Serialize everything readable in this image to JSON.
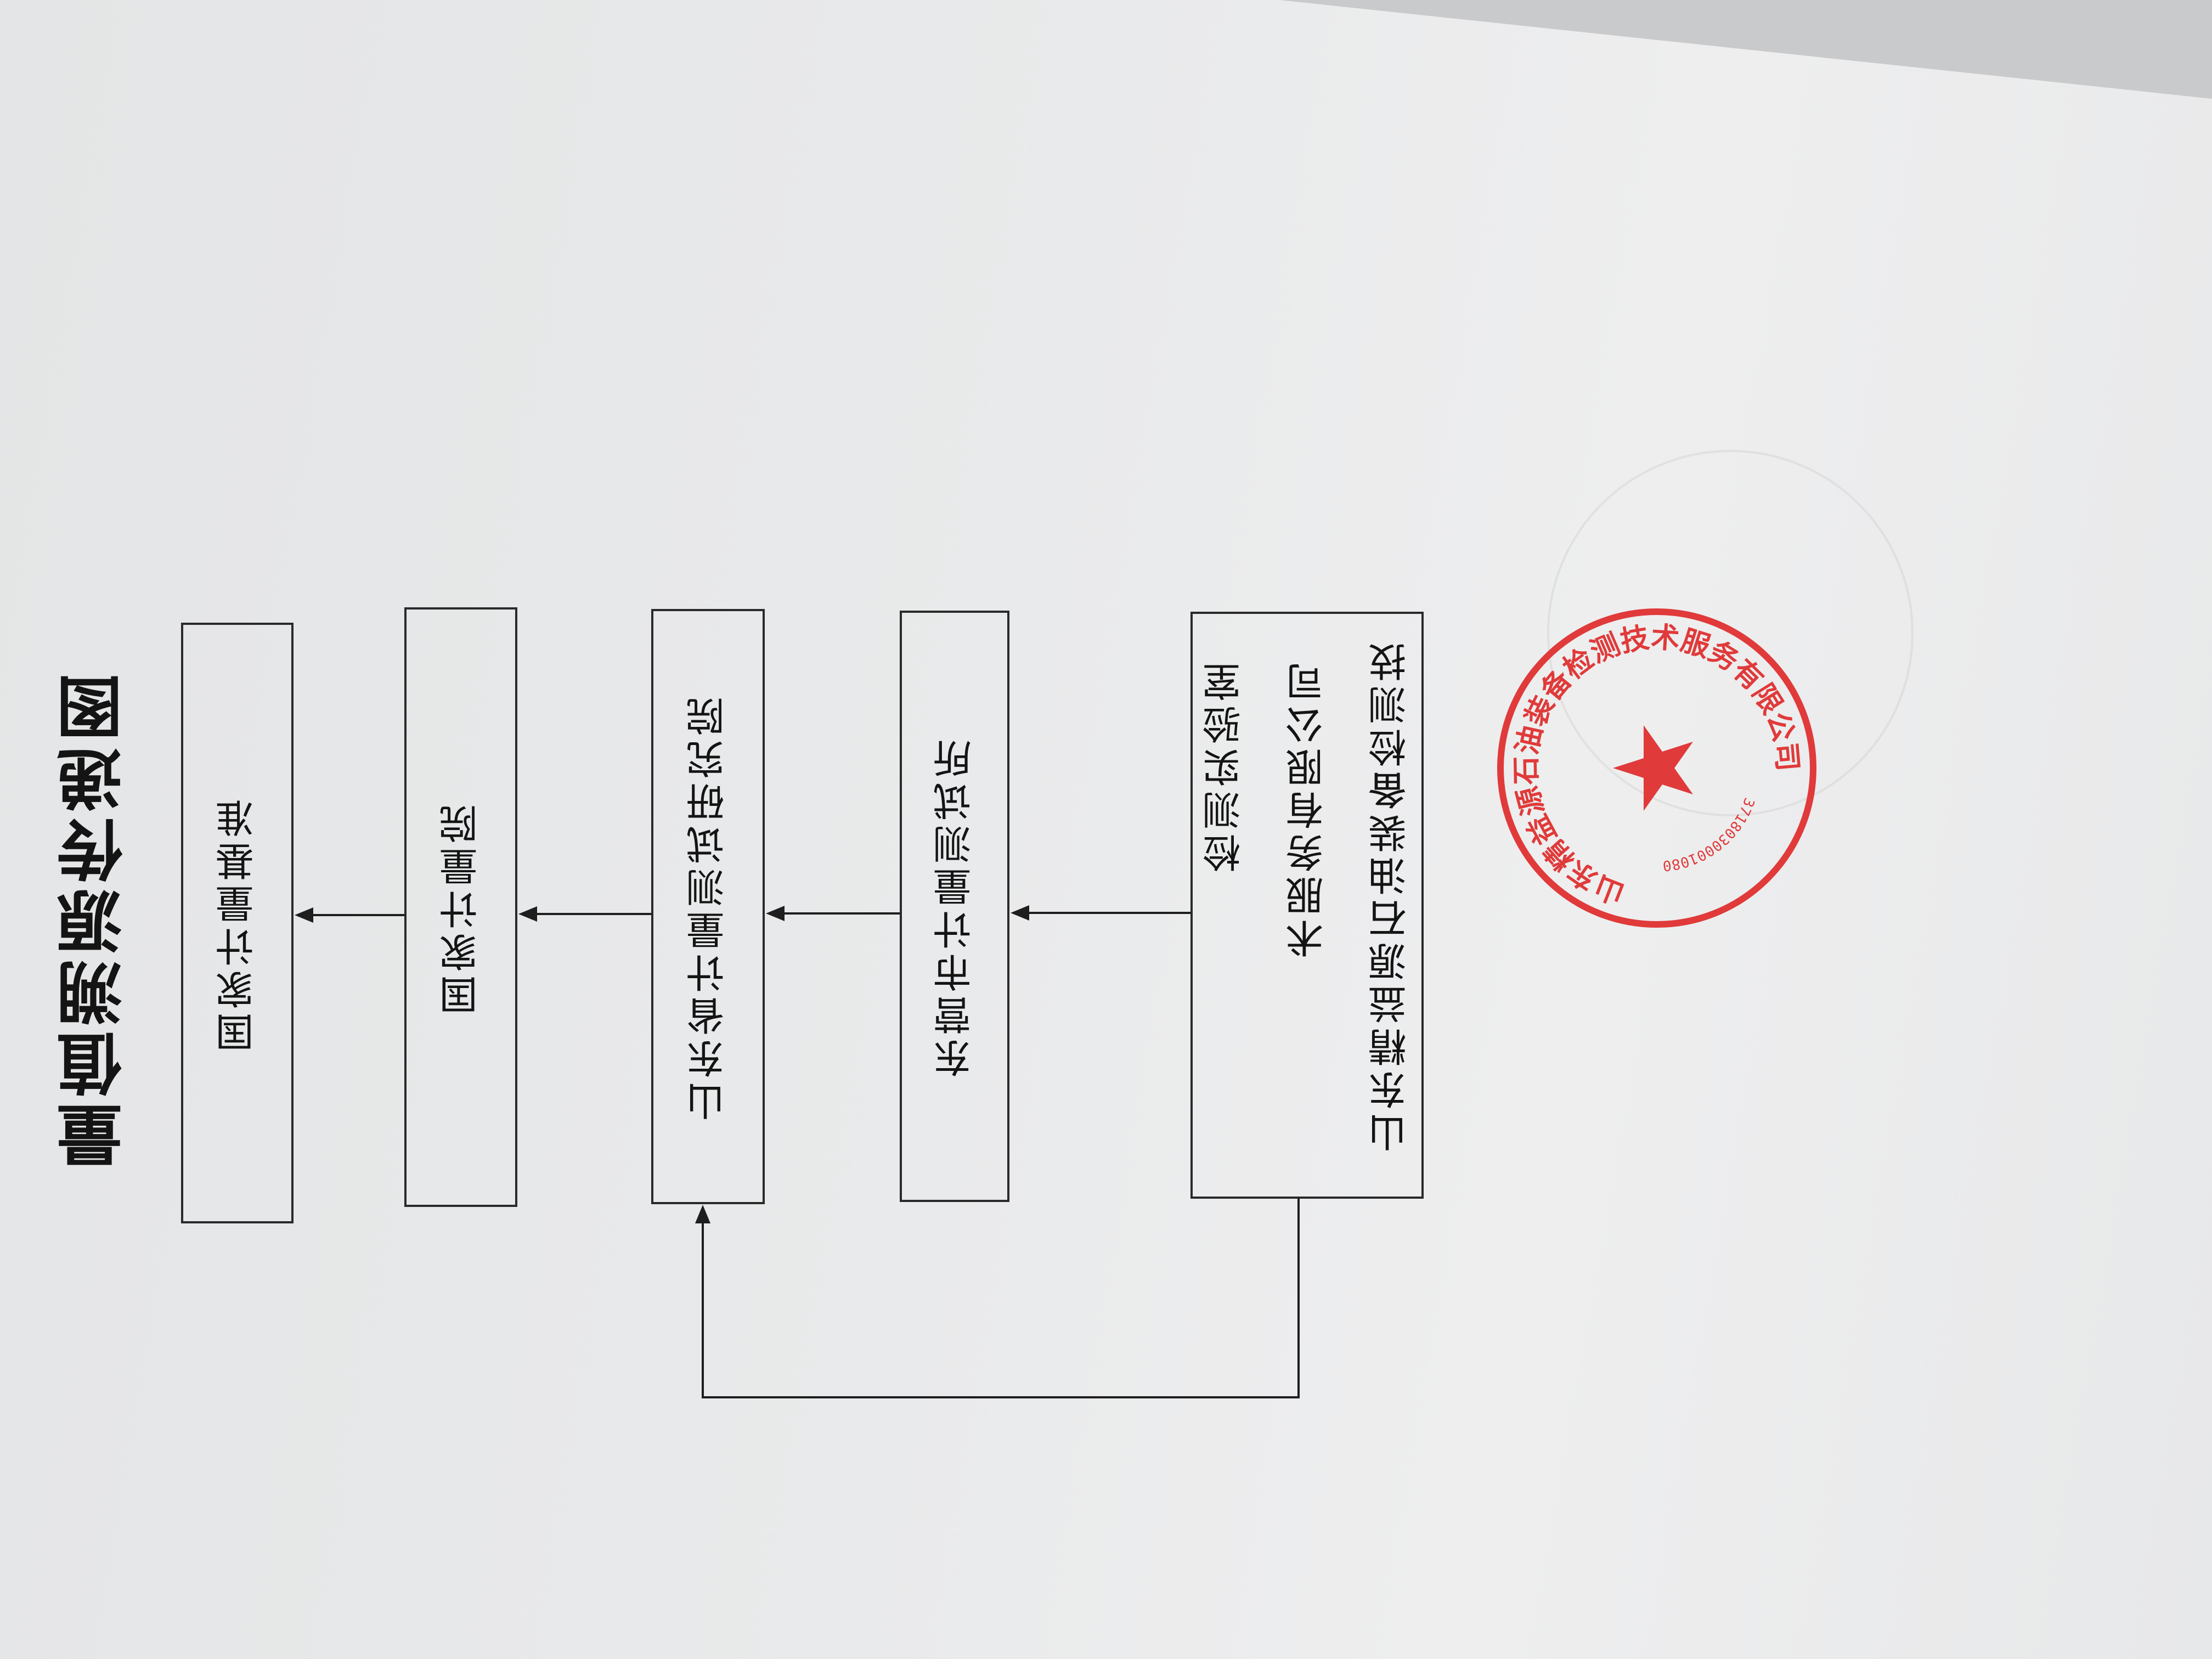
{
  "title": "量值溯源传递图",
  "nodes": [
    {
      "label": "国家计量基准"
    },
    {
      "label": "国家计量院"
    },
    {
      "label": "山东省计量测试研究院"
    },
    {
      "label": "东营市计量测试所"
    },
    {
      "lines": [
        "山东精益源石油装备检测技",
        "术服务有限公司",
        "检测实验室"
      ]
    }
  ],
  "seal": {
    "company": "山东精益源石油装备检测技术服务有限公司",
    "code": "3718030001080",
    "color": "#e03a3a"
  }
}
